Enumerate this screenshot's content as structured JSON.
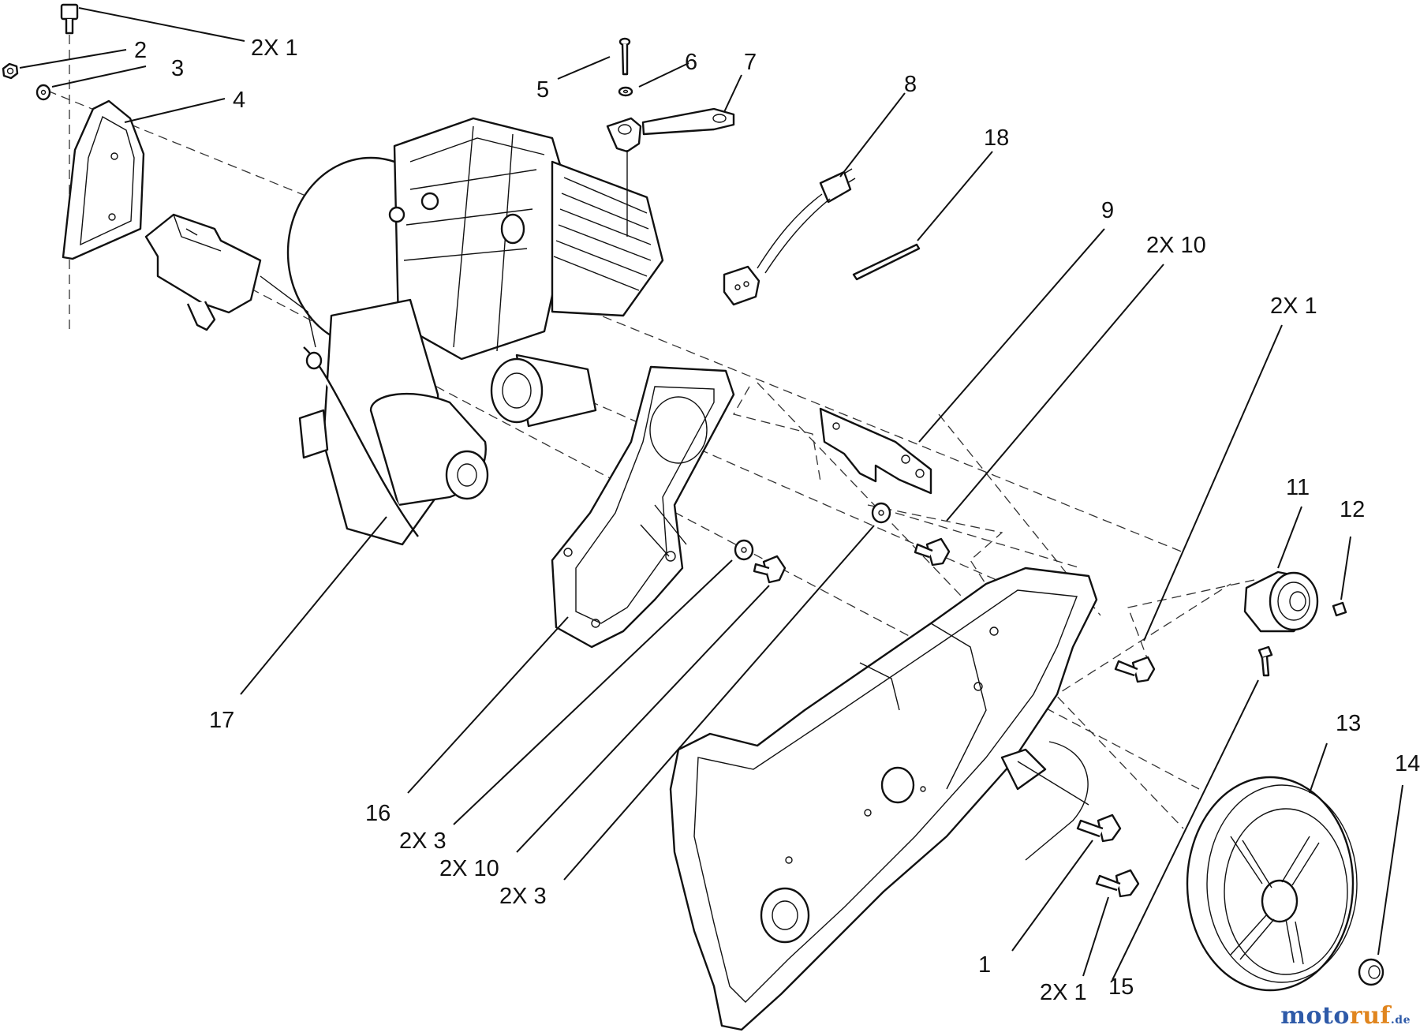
{
  "callouts": {
    "c2x1_top": "2X 1",
    "c2": "2",
    "c3": "3",
    "c4": "4",
    "c5": "5",
    "c6": "6",
    "c7": "7",
    "c8": "8",
    "c18": "18",
    "c9": "9",
    "c2x10_top": "2X 10",
    "c2x1_right": "2X 1",
    "c11": "11",
    "c12": "12",
    "c13": "13",
    "c14": "14",
    "c15": "15",
    "c17": "17",
    "c16": "16",
    "c2x3_left": "2X 3",
    "c2x10_bottom": "2X 10",
    "c2x3_mid": "2X 3",
    "c1": "1",
    "c2x1_bottom": "2X 1"
  },
  "watermark": {
    "part1": "moto",
    "part2": "ruf",
    "part3": ".de"
  },
  "colors": {
    "line": "#111111",
    "watermark_blue": "#2e5aa8",
    "watermark_orange": "#e0851e"
  }
}
